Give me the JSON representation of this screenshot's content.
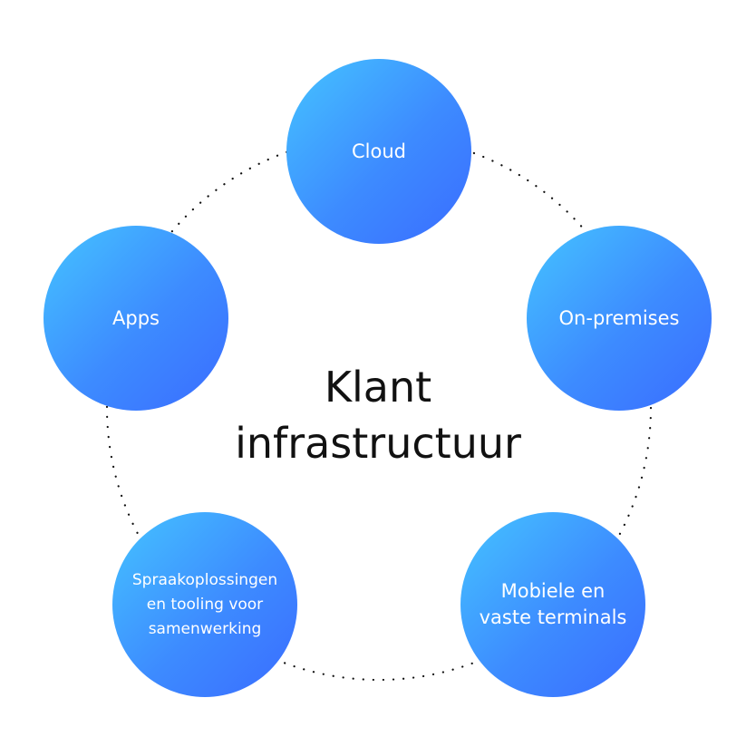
{
  "center": {
    "title": "Klant\ninfrastructuur"
  },
  "nodes": {
    "cloud": "Cloud",
    "on_premises": "On-premises",
    "mobile": "Mobiele en\nvaste terminals",
    "speech": "Spraakoplossingen\nen tooling voor\nsamenwerking",
    "apps": "Apps"
  },
  "colors": {
    "gradient_start": "#45c4ff",
    "gradient_end": "#3a6cff",
    "ring_dots": "#111111",
    "title_text": "#111111",
    "node_text": "#ffffff"
  }
}
